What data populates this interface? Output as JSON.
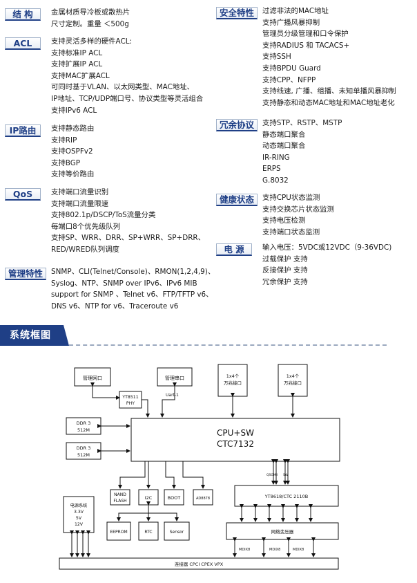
{
  "left_sections": [
    {
      "tag": "结 构",
      "lines": [
        "金属材质导冷板或散热片",
        "尺寸定制。重量 ＜500g"
      ]
    },
    {
      "tag": "ACL",
      "lines": [
        "支持灵活多样的硬件ACL:",
        "支持标准IP ACL",
        "支持扩展IP ACL",
        "支持MAC扩展ACL",
        "可同时基于VLAN、以太网类型、MAC地址、",
        "IP地址、TCP/UDP端口号、协议类型等灵活组合",
        "支持IPv6 ACL"
      ]
    },
    {
      "tag": "IP路由",
      "lines": [
        "支持静态路由",
        "支持RIP",
        "支持OSPFv2",
        "支持BGP",
        "支持等价路由"
      ]
    },
    {
      "tag": "QoS",
      "lines": [
        "支持端口流量识别",
        "支持端口流量限速",
        "支持802.1p/DSCP/ToS流量分类",
        "每端口8个优先级队列",
        "支持SP、WRR、DRR、SP+WRR、SP+DRR、",
        "RED/WRED队列调度"
      ]
    },
    {
      "tag": "管理特性",
      "lines": [
        "SNMP、CLI(Telnet/Console)、RMON(1,2,4,9)、",
        "Syslog、NTP、SNMP over IPv6、IPv6 MIB",
        "support for SNMP 、Telnet v6、FTP/TFTP v6、",
        "DNS v6、NTP for v6、Traceroute v6"
      ]
    }
  ],
  "right_sections": [
    {
      "tag": "安全特性",
      "lines": [
        "过滤非法的MAC地址",
        "支持广播风暴抑制",
        "管理员分级管理和口令保护",
        "支持RADIUS 和 TACACS+",
        "支持SSH",
        "支持BPDU Guard",
        "支持CPP、NFPP",
        "支持线速, 广播、组播、未知单播风暴抑制",
        "支持静态和动态MAC地址和MAC地址老化"
      ]
    },
    {
      "tag": "冗余协议",
      "lines": [
        "支持STP、RSTP、MSTP",
        "静态端口聚合",
        "动态端口聚合",
        "IR-RING",
        "ERPS",
        "G.8032"
      ]
    },
    {
      "tag": "健康状态",
      "lines": [
        "支持CPU状态监测",
        "支持交换芯片状态监测",
        "支持电压检测",
        "支持端口状态监测"
      ]
    },
    {
      "tag": "电 源",
      "lines": [
        "输入电压：5VDC或12VDC（9-36VDC)",
        "过载保护 支持",
        "反接保护 支持",
        "冗余保护 支持"
      ]
    }
  ],
  "banner": {
    "title": "系统框图"
  },
  "diagram": {
    "mgmt_net": "管理网口",
    "phy": [
      "YT8511",
      "PHY"
    ],
    "mgmt_serial": "管理串口",
    "uart": "Uart-1",
    "ge_a": [
      "1x4个",
      "万兆接口"
    ],
    "ge_b": [
      "1x4个",
      "万兆接口"
    ],
    "ddr_a": [
      "DDR 3",
      "512M"
    ],
    "ddr_b": [
      "DDR 3",
      "512M"
    ],
    "cpu": [
      "CPU+SW",
      "CTC7132"
    ],
    "nand": [
      "NAND",
      "FLASH"
    ],
    "i2c": "I2C",
    "boot": "BOOT",
    "ad": "AD8878",
    "sgmii": "QSGMII",
    "sw": "SW",
    "phy2": "YT8618/CTC 2110B",
    "power": [
      "电源系统",
      "3.3V",
      "5V",
      "12V"
    ],
    "eeprom": "EEPROM",
    "rtc": "RTC",
    "sensor": "Sensor",
    "xfmr": "网络变压器",
    "mdi": [
      "MDIX8",
      "MDIX8",
      "MDIX8"
    ],
    "conn": "连接器 CPCI CPEX VPX"
  }
}
